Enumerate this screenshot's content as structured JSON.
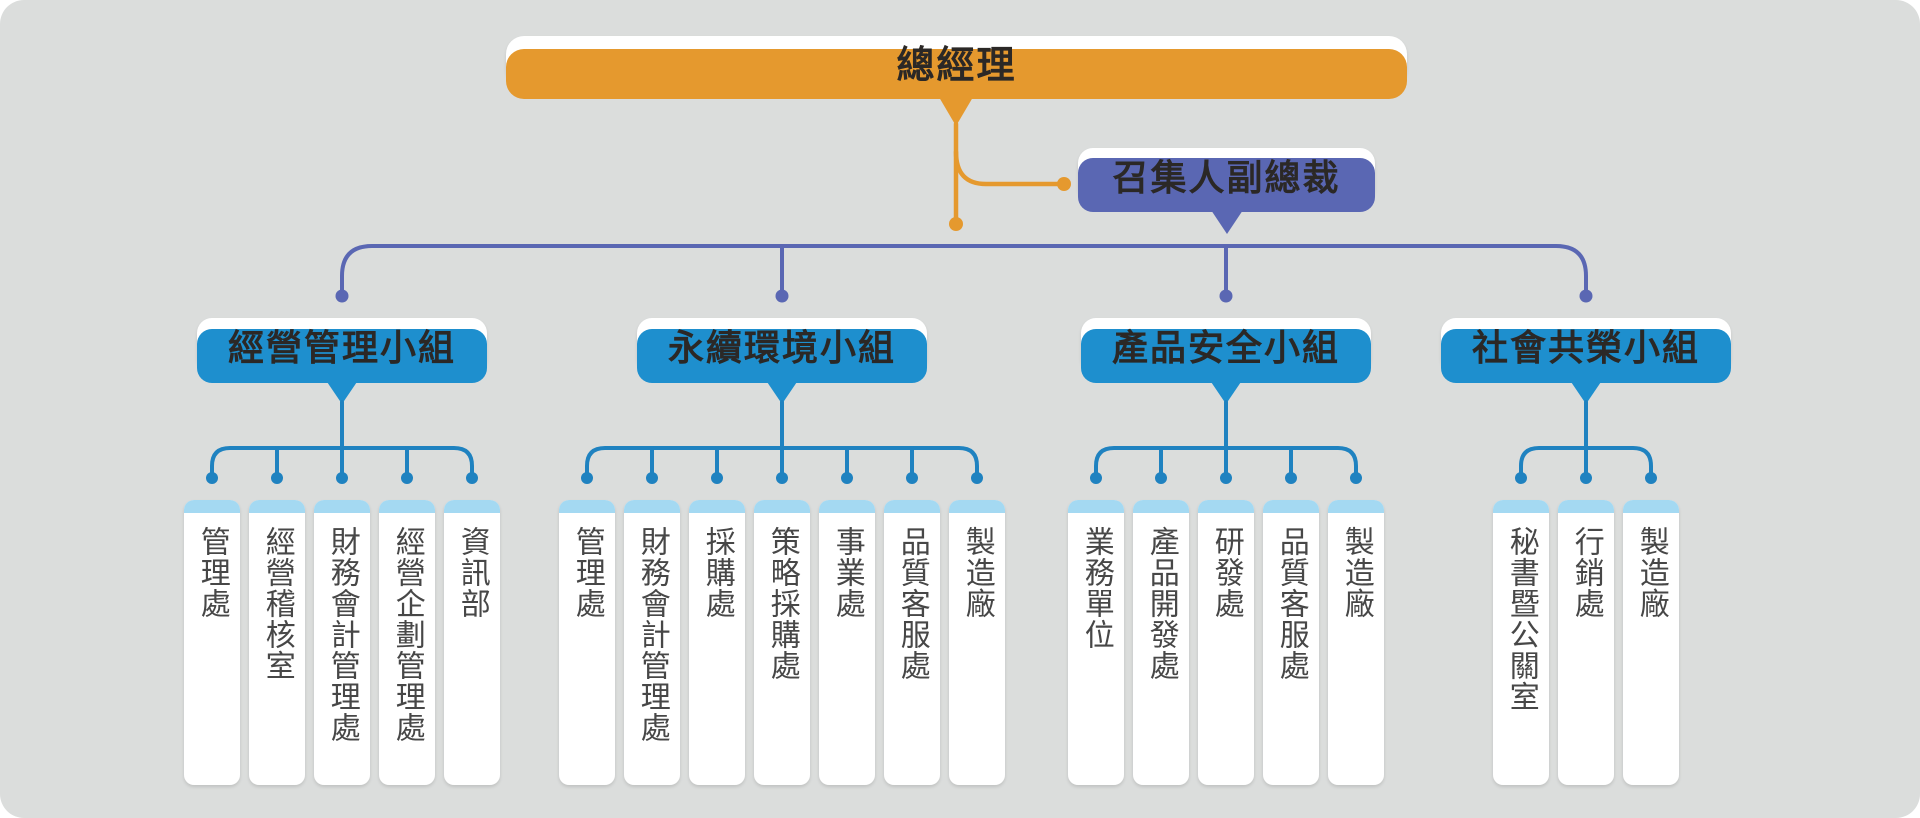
{
  "palette": {
    "background": "#dbdddc",
    "orange": "#e5992e",
    "indigo": "#5a67b3",
    "blue_line": "#1f82c0",
    "blue_shadow": "#1e8fce",
    "cap_blue": "#a4d9f2",
    "text_dark": "#2b2826",
    "text_child": "#474747"
  },
  "root": {
    "label": "總經理"
  },
  "deputy": {
    "label": "召集人副總裁"
  },
  "groups": [
    {
      "label": "經營管理小組",
      "children": [
        "管理處",
        "經營稽核室",
        "財務會計管理處",
        "經營企劃管理處",
        "資訊部"
      ]
    },
    {
      "label": "永續環境小組",
      "children": [
        "管理處",
        "財務會計管理處",
        "採購處",
        "策略採購處",
        "事業處",
        "品質客服處",
        "製造廠"
      ]
    },
    {
      "label": "產品安全小組",
      "children": [
        "業務單位",
        "產品開發處",
        "研發處",
        "品質客服處",
        "製造廠"
      ]
    },
    {
      "label": "社會共榮小組",
      "children": [
        "秘書暨公關室",
        "行銷處",
        "製造廠"
      ]
    }
  ]
}
